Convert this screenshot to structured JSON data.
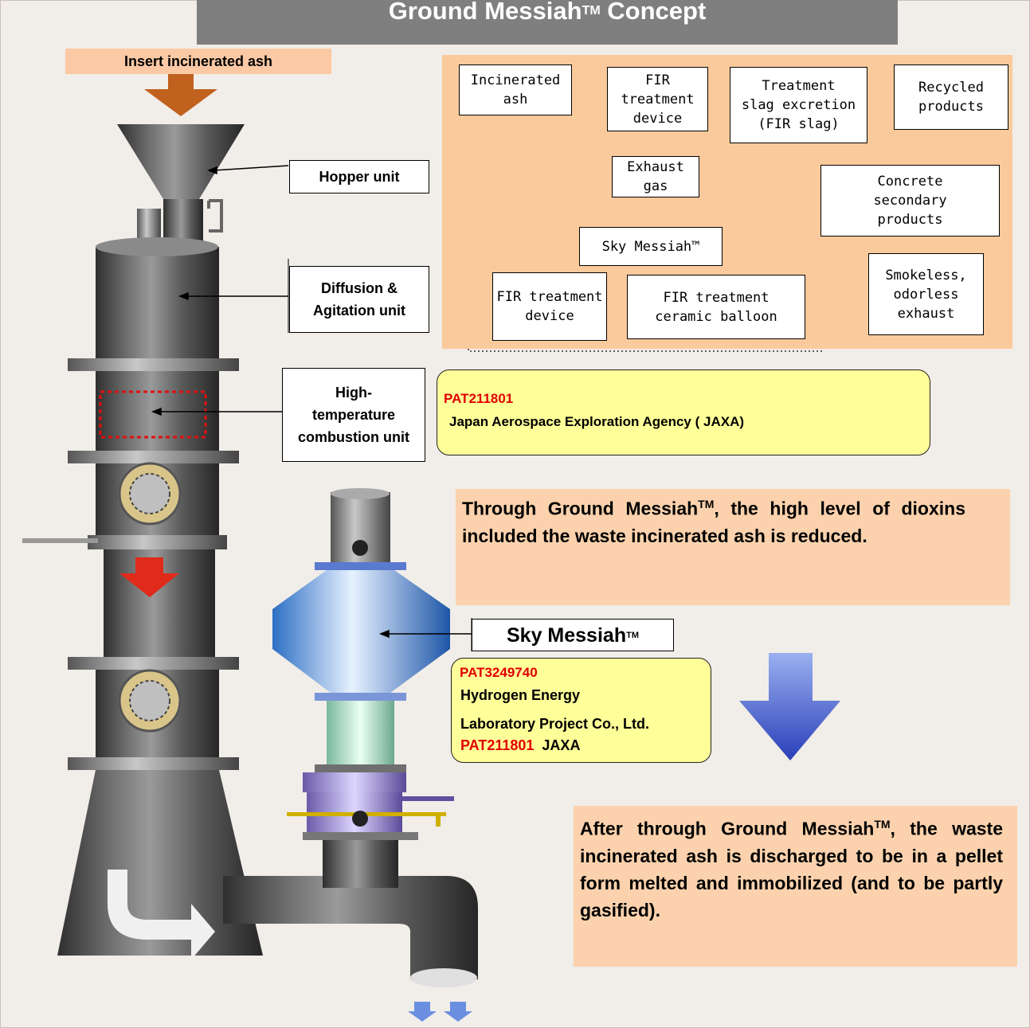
{
  "title": {
    "text": "Ground Messiah",
    "tm": "TM",
    "suffix": " Concept"
  },
  "insert_label": "Insert incinerated ash",
  "units": {
    "hopper": "Hopper unit",
    "diffusion": "Diffusion &\nAgitation unit",
    "combustion": "High-\ntemperature\ncombustion unit",
    "sky": "Sky Messiah",
    "sky_tm": "TM"
  },
  "flow": {
    "incinerated_ash": "Incinerated\nash",
    "fir_device": "FIR\ntreatment\ndevice",
    "slag": "Treatment\nslag excretion\n(FIR slag)",
    "recycled": "Recycled\nproducts",
    "concrete": "Concrete\nsecondary\nproducts",
    "exhaust_gas": "Exhaust\ngas",
    "sky_label": "Sky Messiah™",
    "fir_device2": "FIR treatment\ndevice",
    "fir_balloon": "FIR treatment\nceramic balloon",
    "smokeless": "Smokeless,\nodorless\nexhaust"
  },
  "patent_jaxa": {
    "pat": "PAT211801",
    "agency": "Japan Aerospace Exploration Agency ( JAXA)"
  },
  "patent_sky": {
    "pat1": "PAT3249740",
    "line1": "Hydrogen  Energy",
    "line2": "Laboratory  Project Co., Ltd.",
    "pat2": "PAT211801",
    "pat2_org": "JAXA"
  },
  "note1": {
    "pre": "Through Ground Messiah",
    "tm": "TM",
    "post": ", the high level of dioxins included the waste incinerated ash is reduced."
  },
  "note2": {
    "pre": "After through Ground Messiah",
    "tm": "TM",
    "post": ", the waste incinerated ash is discharged to be in a pellet form melted and immobilized (and to be partly gasified)."
  },
  "colors": {
    "accent_red": "#e00000",
    "panel_peach": "#fbca9c",
    "patent_yellow": "#ffff99",
    "title_gray": "#7f7f7f"
  }
}
